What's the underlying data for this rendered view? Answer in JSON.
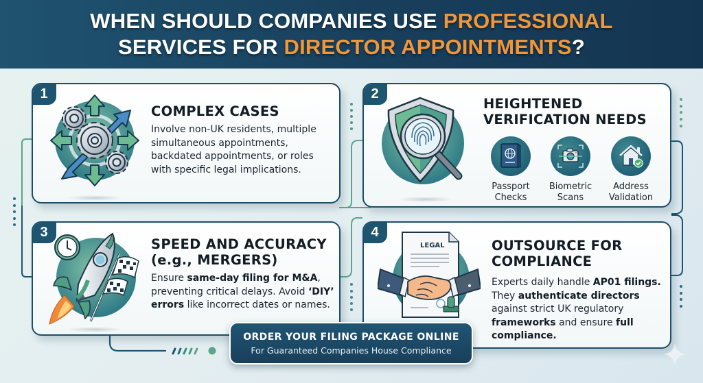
{
  "header": {
    "line1_plain": "WHEN SHOULD COMPANIES USE ",
    "line1_highlight": "PROFESSIONAL",
    "line2_plain": "SERVICES FOR ",
    "line2_highlight": "DIRECTOR APPOINTMENTS",
    "line2_end": "?"
  },
  "colors": {
    "header_bg": "#183f5c",
    "highlight": "#f0973a",
    "card_border": "#1d4d68",
    "badge_bg": "#1d5571",
    "accent_green": "#5fa88a",
    "accent_teal": "#226178"
  },
  "cards": [
    {
      "number": "1",
      "icon": "gears-arrows-icon",
      "title": "COMPLEX CASES",
      "desc": [
        {
          "t": "Involve non-UK residents, multiple simultaneous appointments, backdated appointments, or roles with specific legal implications.",
          "b": false
        }
      ]
    },
    {
      "number": "2",
      "icon": "shield-fingerprint-icon",
      "title_line1": "HEIGHTENED",
      "title_line2": "VERIFICATION NEEDS",
      "sub_items": [
        {
          "icon": "passport-icon",
          "line1": "Passport",
          "line2": "Checks"
        },
        {
          "icon": "camera-scan-icon",
          "line1": "Biometric",
          "line2": "Scans"
        },
        {
          "icon": "house-check-icon",
          "line1": "Address",
          "line2": "Validation"
        }
      ]
    },
    {
      "number": "3",
      "icon": "rocket-clock-flag-icon",
      "title_line1": "SPEED AND ACCURACY",
      "title_line2": "(e.g., MERGERS)",
      "desc": [
        {
          "t": "Ensure ",
          "b": false
        },
        {
          "t": "same-day filing for M&A",
          "b": true
        },
        {
          "t": ", preventing critical delays. Avoid ",
          "b": false
        },
        {
          "t": "‘DIY’ errors",
          "b": true
        },
        {
          "t": " like incorrect dates or names.",
          "b": false
        }
      ]
    },
    {
      "number": "4",
      "icon": "handshake-legal-doc-icon",
      "doc_label": "LEGAL",
      "title_line1": "OUTSOURCE FOR",
      "title_line2": "COMPLIANCE",
      "desc": [
        {
          "t": "Experts daily handle ",
          "b": false
        },
        {
          "t": "AP01 filings.",
          "b": true
        },
        {
          "t": " They ",
          "b": false
        },
        {
          "t": "authenticate directors",
          "b": true
        },
        {
          "t": " against strict UK regulatory ",
          "b": false
        },
        {
          "t": "frameworks",
          "b": true
        },
        {
          "t": " and ensure ",
          "b": false
        },
        {
          "t": "full compliance.",
          "b": true
        }
      ]
    }
  ],
  "cta": {
    "main": "ORDER YOUR FILING PACKAGE ONLINE",
    "sub": "For Guaranteed Companies House Compliance"
  }
}
